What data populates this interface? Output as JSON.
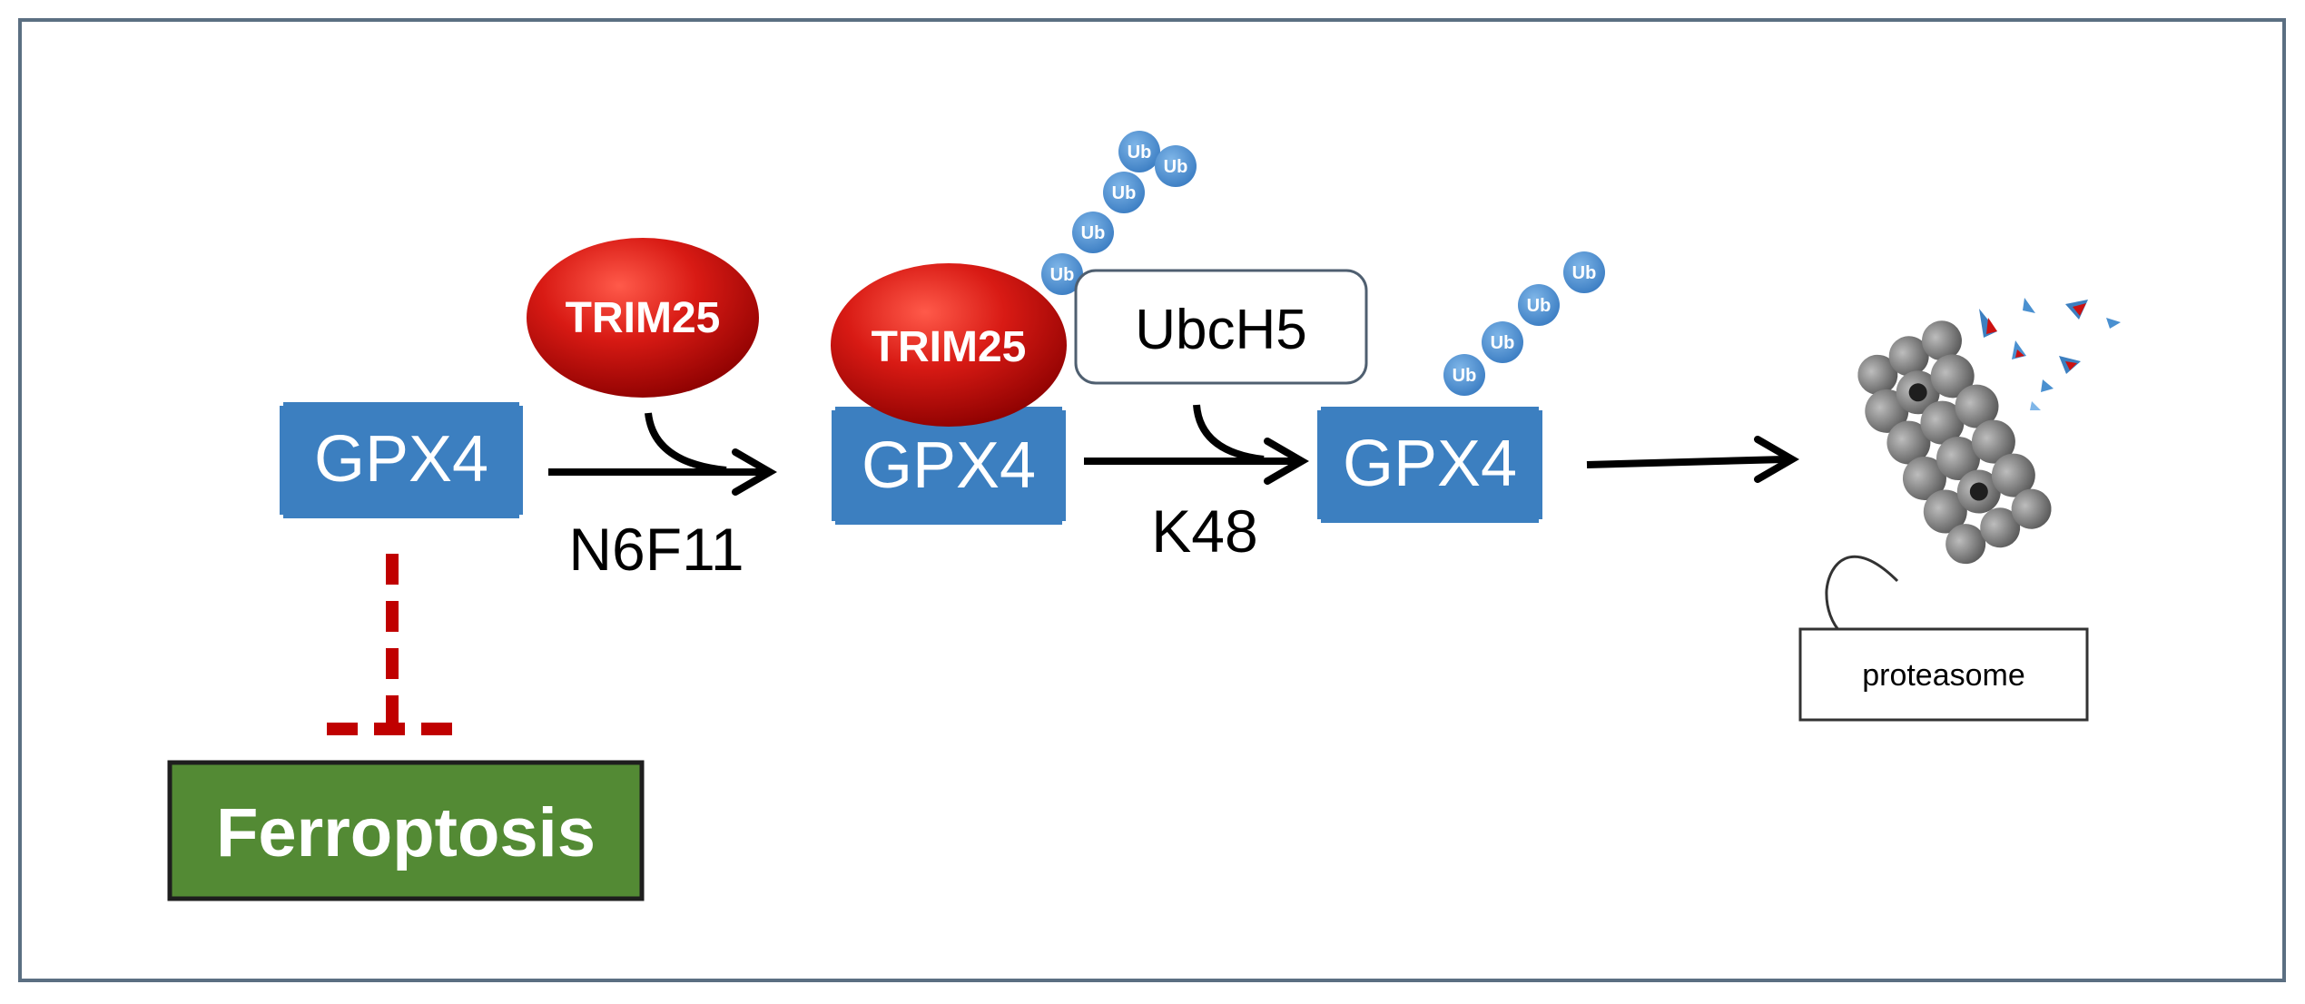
{
  "colors": {
    "frame": "#5b6f82",
    "gpx4_fill": "#3c7fc0",
    "trim25_fill": "#cc1111",
    "ub_fill": "#4a90d0",
    "ferroptosis_fill": "#538a34",
    "inhibition": "#c00000",
    "arrow": "#000000"
  },
  "icons": {
    "proteasome": "proteasome-icon",
    "fragments": "peptide-fragments-icon"
  },
  "nodes": {
    "gpx4_free": "GPX4",
    "gpx4_bound": "GPX4",
    "gpx4_ubiquitinated": "GPX4",
    "trim25_free": "TRIM25",
    "trim25_bound": "TRIM25",
    "ubch5": "UbcH5",
    "ferroptosis": "Ferroptosis",
    "proteasome": "proteasome"
  },
  "ub_label": "Ub",
  "steps": {
    "first": "N6F11",
    "second": "K48"
  }
}
